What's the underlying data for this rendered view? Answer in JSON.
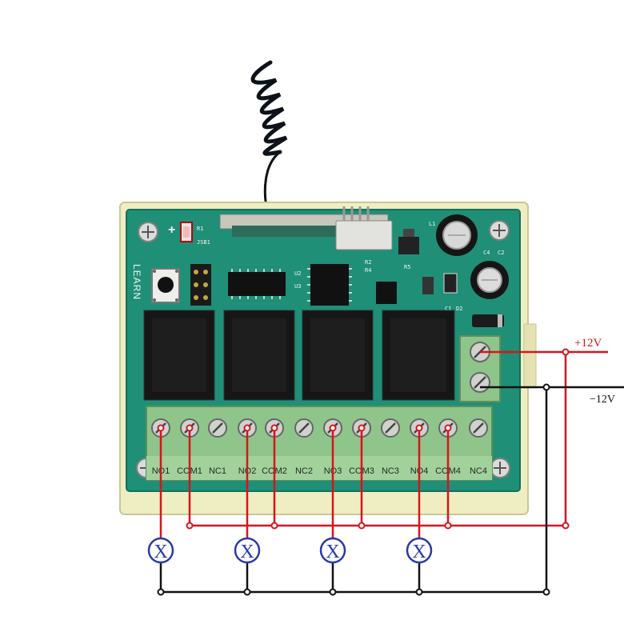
{
  "board": {
    "learn_label": "LEARN",
    "led_label": "+",
    "silk": [
      "R1",
      "JSB1",
      "R2",
      "R4",
      "R5",
      "U2",
      "U3",
      "L1",
      "C4",
      "C2",
      "D2",
      "C1"
    ]
  },
  "terminals": [
    "NO1",
    "COM1",
    "NC1",
    "NO2",
    "COM2",
    "NC2",
    "NO3",
    "COM3",
    "NC3",
    "NO4",
    "COM4",
    "NC4"
  ],
  "power": {
    "positive_label": "+12V",
    "negative_label": "−12V"
  },
  "lamp_symbol": "X",
  "colors": {
    "pcb": "#1f8f77",
    "case": "#efeec2",
    "terminal_block": "#8fc48a",
    "positive_wire": "#d8141c",
    "negative_wire": "#111111",
    "lamp": "#2a3aa8"
  }
}
